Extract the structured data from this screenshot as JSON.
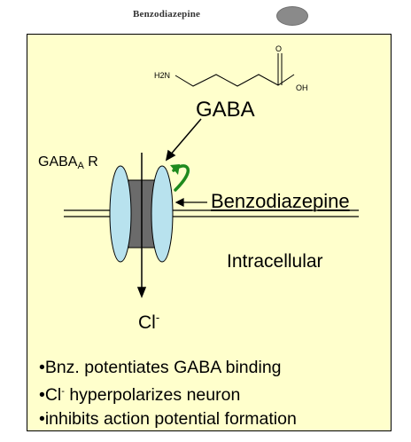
{
  "legend": {
    "label": "Benzodiazepine",
    "dot_color": "#8a8a8a"
  },
  "molecule": {
    "amine": "H2N",
    "carbonyl_o": "O",
    "hydroxyl": "OH"
  },
  "labels": {
    "gaba": "GABA",
    "receptor_main": "GABA",
    "receptor_sub": "A",
    "receptor_tail": " R",
    "benzodiazepine": "Benzodiazepine",
    "intracellular": "Intracellular",
    "chloride_base": "Cl",
    "chloride_charge": "-"
  },
  "bullets": [
    {
      "prefix": "•Bnz. potentiates GABA binding",
      "sup": "",
      "suffix": ""
    },
    {
      "prefix": "•Cl",
      "sup": "-",
      "suffix": " hyperpolarizes neuron"
    },
    {
      "prefix": "•inhibits action potential formation",
      "sup": "",
      "suffix": ""
    }
  ],
  "colors": {
    "background": "#ffffcc",
    "subunit_fill": "#b8e2ee",
    "channel_fill": "#6b6b6b",
    "green_arrow": "#1e8a1e"
  }
}
